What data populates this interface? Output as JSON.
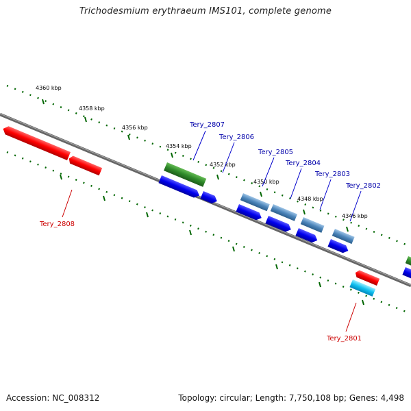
{
  "title": "Trichodesmium erythraeum IMS101, complete genome",
  "footer": {
    "accession": "Accession: NC_008312",
    "summary": "Topology: circular; Length: 7,750,108 bp; Genes: 4,498"
  },
  "ticks": [
    "4360 kbp",
    "4358 kbp",
    "4356 kbp",
    "4354 kbp",
    "4352 kbp",
    "4350 kbp",
    "4348 kbp",
    "4346 kbp"
  ],
  "gene_labels": {
    "tery_2807": "Tery_2807",
    "tery_2806": "Tery_2806",
    "tery_2805": "Tery_2805",
    "tery_2804": "Tery_2804",
    "tery_2803": "Tery_2803",
    "tery_2802": "Tery_2802",
    "tery_2808": "Tery_2808",
    "tery_2801": "Tery_2801"
  },
  "colors": {
    "label_blue": "#0000aa",
    "label_red": "#cc0000",
    "backbone": "#777777",
    "tick_green": "#006600"
  }
}
